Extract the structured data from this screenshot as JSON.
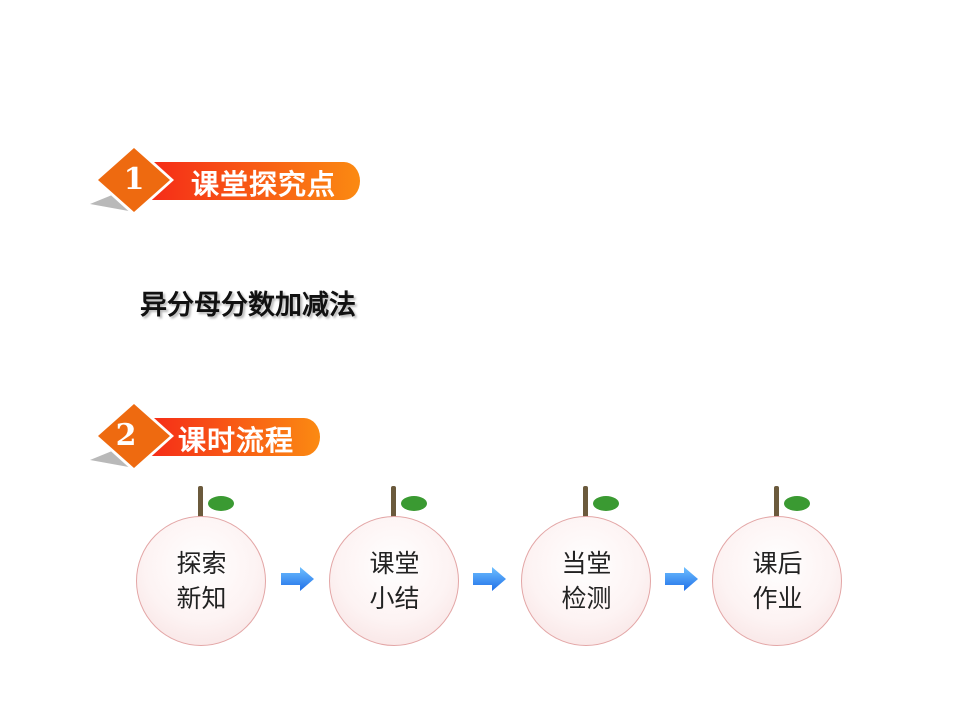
{
  "sections": [
    {
      "number": "1",
      "title": "课堂探究点"
    },
    {
      "number": "2",
      "title": "课时流程"
    }
  ],
  "topic": "异分母分数加减法",
  "steps": [
    {
      "line1": "探索",
      "line2": "新知"
    },
    {
      "line1": "课堂",
      "line2": "小结"
    },
    {
      "line1": "当堂",
      "line2": "检测"
    },
    {
      "line1": "课后",
      "line2": "作业"
    }
  ],
  "colors": {
    "badge_orange": "#ee6a10",
    "banner_red": "#f13a1e",
    "arrow_blue": "#1f7af0",
    "leaf_green": "#3a9a32"
  },
  "icons": [
    "diamond-badge",
    "right-arrow-icon",
    "stem-icon",
    "leaf-icon"
  ]
}
